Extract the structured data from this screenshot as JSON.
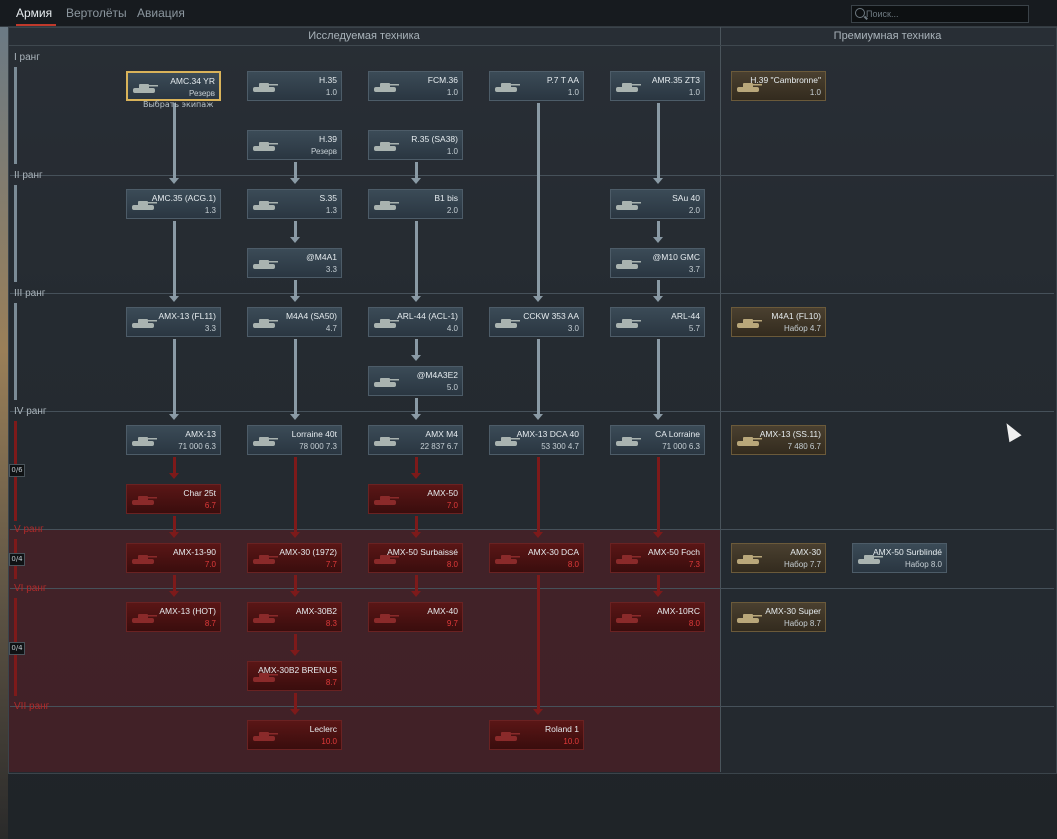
{
  "tabs": [
    "Армия",
    "Вертолёты",
    "Авиация"
  ],
  "search": {
    "placeholder": "Поиск..."
  },
  "headers": {
    "researched": "Исследуемая техника",
    "premium": "Премиумная техника"
  },
  "ranks": [
    "I ранг",
    "II ранг",
    "III ранг",
    "IV ранг",
    "V ранг",
    "VI ранг",
    "VII ранг"
  ],
  "progress": [
    "0/6",
    "0/4",
    "0/4"
  ],
  "crew_hint": "Выбрать экипаж",
  "vehicles": [
    {
      "name": "AMC.34 YR",
      "br": "Резерв"
    },
    {
      "name": "H.35",
      "br": "1.0"
    },
    {
      "name": "FCM.36",
      "br": "1.0"
    },
    {
      "name": "P.7 T AA",
      "br": "1.0"
    },
    {
      "name": "AMR.35 ZT3",
      "br": "1.0"
    },
    {
      "name": "H.39 \"Cambronne\"",
      "br": "1.0"
    },
    {
      "name": "H.39",
      "br": "Резерв"
    },
    {
      "name": "R.35 (SA38)",
      "br": "1.0"
    },
    {
      "name": "AMC.35 (ACG.1)",
      "br": "1.3"
    },
    {
      "name": "S.35",
      "br": "1.3"
    },
    {
      "name": "B1 bis",
      "br": "2.0"
    },
    {
      "name": "SAu 40",
      "br": "2.0"
    },
    {
      "name": "@M4A1",
      "br": "3.3"
    },
    {
      "name": "@M10 GMC",
      "br": "3.7"
    },
    {
      "name": "AMX-13 (FL11)",
      "br": "3.3"
    },
    {
      "name": "M4A4 (SA50)",
      "br": "4.7"
    },
    {
      "name": "ARL-44 (ACL-1)",
      "br": "4.0"
    },
    {
      "name": "CCKW 353 AA",
      "br": "3.0"
    },
    {
      "name": "ARL-44",
      "br": "5.7"
    },
    {
      "name": "M4A1 (FL10)",
      "br": "Набор 4.7"
    },
    {
      "name": "@M4A3E2",
      "br": "5.0"
    },
    {
      "name": "AMX-13",
      "br": "71 000 6.3"
    },
    {
      "name": "Lorraine 40t",
      "br": "78 000 7.3"
    },
    {
      "name": "AMX M4",
      "br": "22 837 6.7"
    },
    {
      "name": "AMX-13 DCA 40",
      "br": "53 300 4.7"
    },
    {
      "name": "CA Lorraine",
      "br": "71 000 6.3"
    },
    {
      "name": "AMX-13 (SS.11)",
      "br": "7 480 6.7"
    },
    {
      "name": "Char 25t",
      "br": "6.7"
    },
    {
      "name": "AMX-50",
      "br": "7.0"
    },
    {
      "name": "AMX-13-90",
      "br": "7.0"
    },
    {
      "name": "AMX-30 (1972)",
      "br": "7.7"
    },
    {
      "name": "AMX-50 Surbaissé",
      "br": "8.0"
    },
    {
      "name": "AMX-30 DCA",
      "br": "8.0"
    },
    {
      "name": "AMX-50 Foch",
      "br": "7.3"
    },
    {
      "name": "AMX-30",
      "br": "Набор 7.7"
    },
    {
      "name": "AMX-50 Surblindé",
      "br": "Набор 8.0"
    },
    {
      "name": "AMX-13 (HOT)",
      "br": "8.7"
    },
    {
      "name": "AMX-30B2",
      "br": "8.3"
    },
    {
      "name": "AMX-40",
      "br": "9.7"
    },
    {
      "name": "AMX-10RC",
      "br": "8.0"
    },
    {
      "name": "AMX-30 Super",
      "br": "Набор 8.7"
    },
    {
      "name": "AMX-30B2 BRENUS",
      "br": "8.7"
    },
    {
      "name": "Leclerc",
      "br": "10.0"
    },
    {
      "name": "Roland 1",
      "br": "10.0"
    }
  ],
  "colors": {
    "accent": "#c0392b",
    "locked": "#7d1a1a",
    "premium": "#d9b35a"
  }
}
